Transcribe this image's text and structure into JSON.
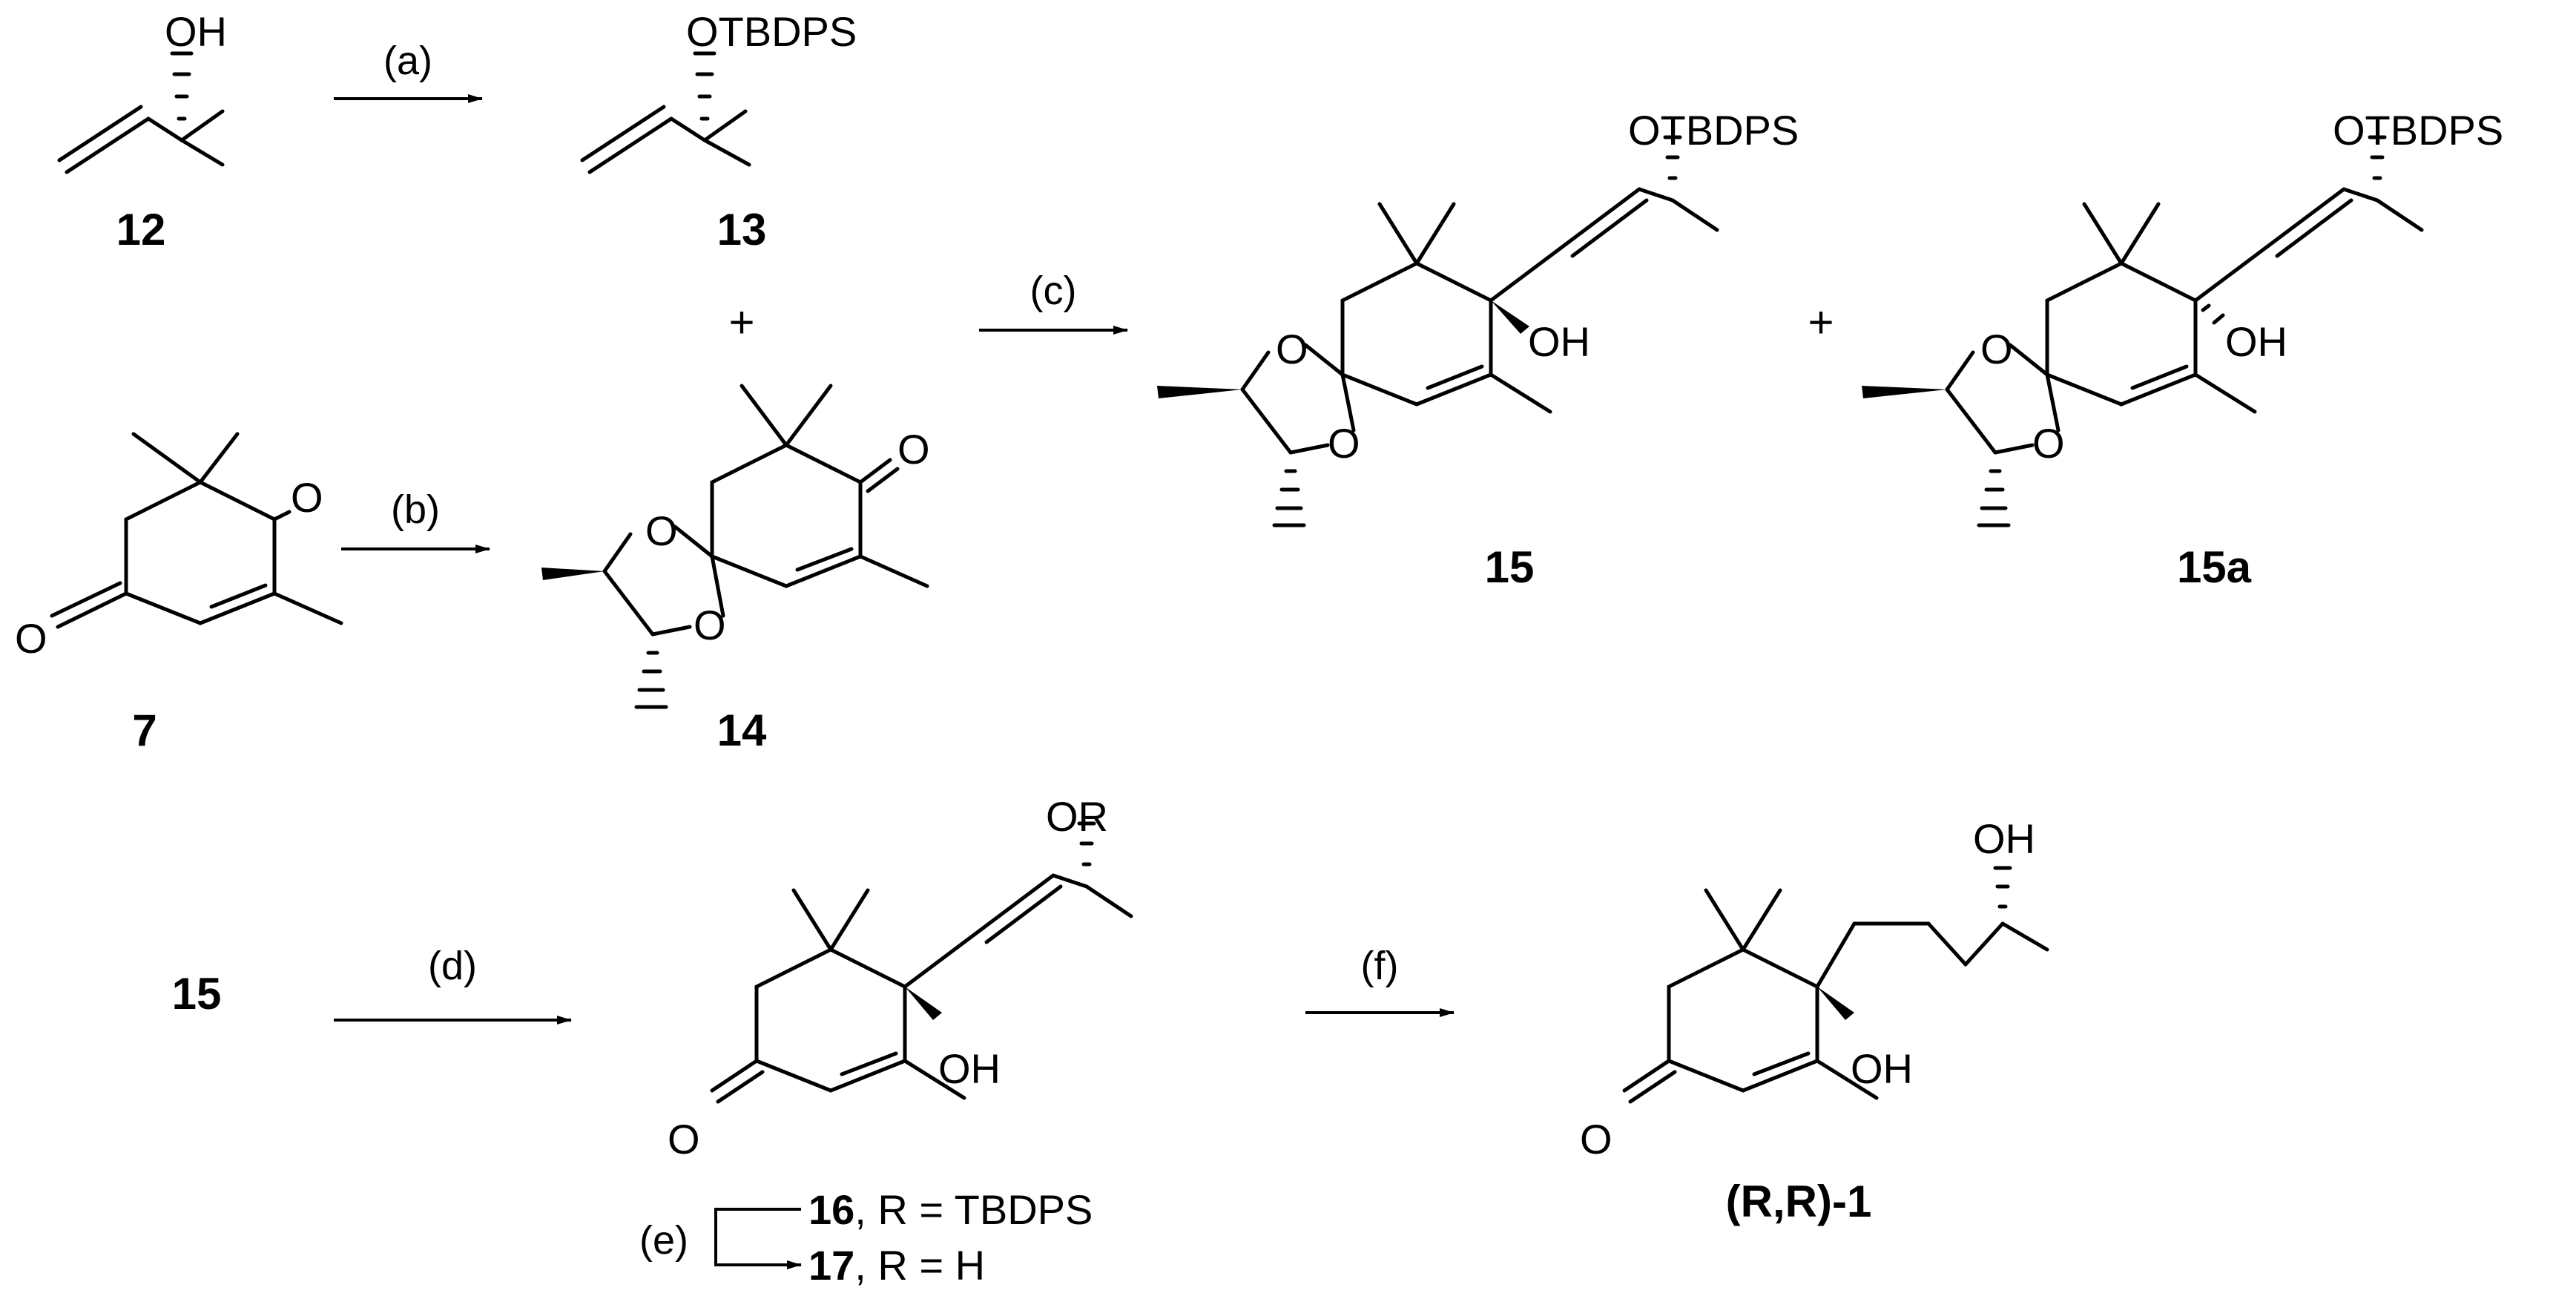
{
  "reagent_steps": {
    "a": "(a)",
    "b": "(b)",
    "c": "(c)",
    "d": "(d)",
    "e": "(e)",
    "f": "(f)"
  },
  "compound_labels": {
    "c12": "12",
    "c13": "13",
    "c7": "7",
    "c14": "14",
    "c15": "15",
    "c15a": "15a",
    "c15_start": "15",
    "c16_num": "16",
    "c16_rest": ", R = TBDPS",
    "c17_num": "17",
    "c17_rest": ", R = H",
    "product": "(R,R)-1"
  },
  "plus_signs": [
    "+",
    "+"
  ],
  "atom_labels": {
    "oh": "OH",
    "otbdps": "OTBDPS",
    "or": "OR",
    "o": "O"
  }
}
